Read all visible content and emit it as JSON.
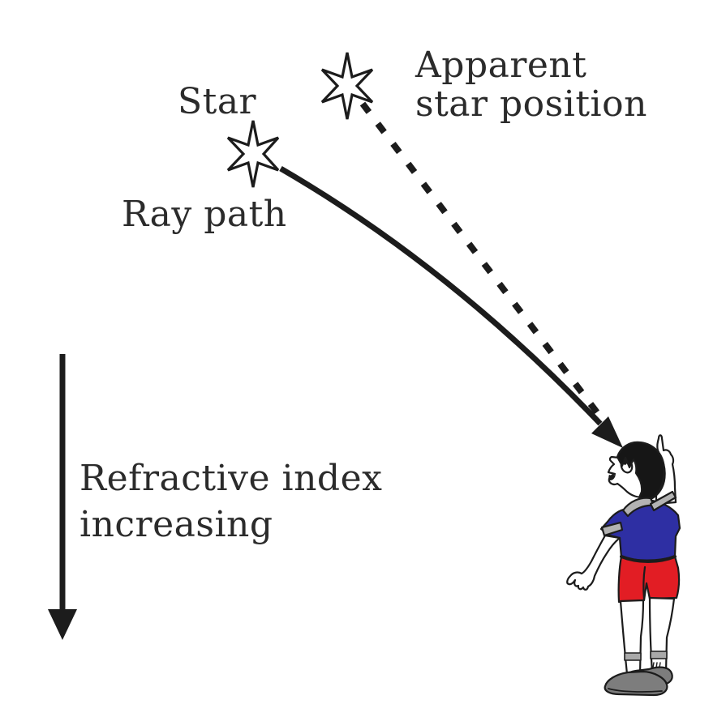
{
  "diagram": {
    "labels": {
      "star": "Star",
      "apparent_star": "Apparent\nstar position",
      "ray_path": "Ray path",
      "refractive_index": "Refractive index\nincreasing"
    },
    "colors": {
      "ink": "#1c1c1c",
      "text": "#2b2b2b",
      "star_fill": "#ffffff",
      "shirt_blue": "#2e2fa3",
      "shorts_red": "#e21d24",
      "collar_gray": "#b3b3b3",
      "sock_gray": "#a9a9a9",
      "shoe_gray": "#7d7d7d",
      "hair_black": "#161616",
      "skin": "#ffffff"
    }
  }
}
